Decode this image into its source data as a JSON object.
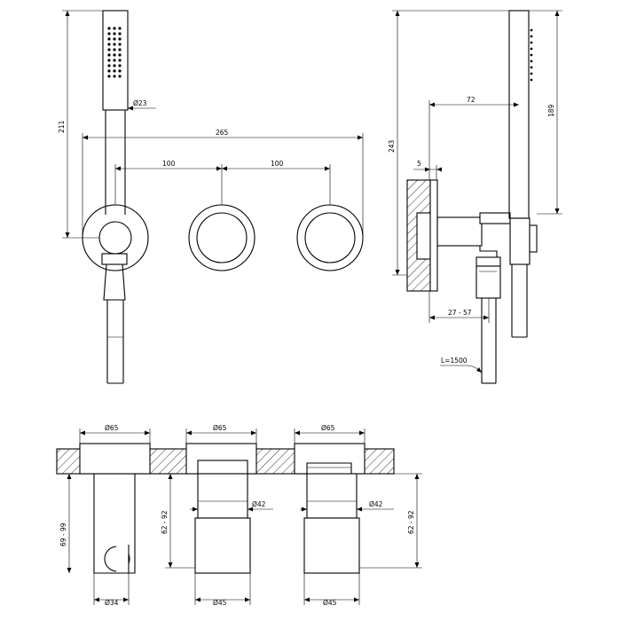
{
  "dimensions": {
    "front_height": "211",
    "hand_shower_dia": "Ø23",
    "overall_width": "265",
    "spacing_left": "100",
    "spacing_right": "100",
    "side_height": "243",
    "side_shower_height": "189",
    "side_projection": "72",
    "side_offset": "5",
    "side_depth_range": "27 - 57",
    "hose_length": "L=1500",
    "plate_dia_1": "Ø65",
    "plate_dia_2": "Ø65",
    "plate_dia_3": "Ø65",
    "left_depth": "69 - 99",
    "mid_depth": "62 - 92",
    "right_depth": "62 - 92",
    "body_dia_mid": "Ø42",
    "body_dia_right": "Ø42",
    "bottom_dia_left": "Ø34",
    "bottom_dia_mid": "Ø45",
    "bottom_dia_right": "Ø45"
  }
}
